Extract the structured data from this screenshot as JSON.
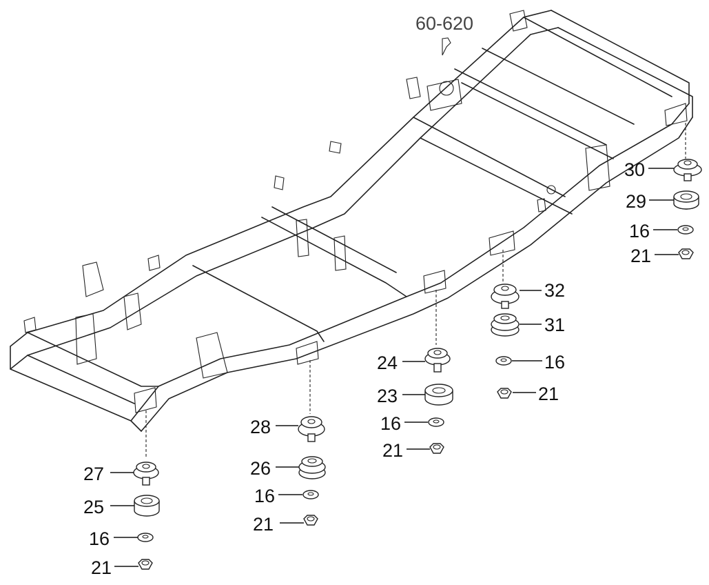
{
  "reference_label": "60-620",
  "callouts": {
    "c30": "30",
    "c29": "29",
    "c16a": "16",
    "c21a": "21",
    "c32": "32",
    "c31": "31",
    "c16b": "16",
    "c21b": "21",
    "c24": "24",
    "c23": "23",
    "c16c": "16",
    "c21c": "21",
    "c28": "28",
    "c26": "26",
    "c16d": "16",
    "c21d": "21",
    "c27": "27",
    "c25": "25",
    "c16e": "16",
    "c21e": "21"
  }
}
